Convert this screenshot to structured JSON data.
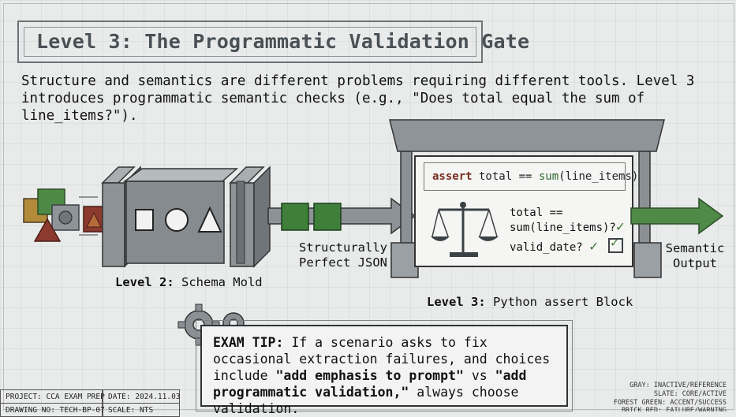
{
  "title": "Level 3: The Programmatic Validation Gate",
  "intro": "Structure and semantics are different problems requiring different tools. Level 3 introduces programmatic semantic checks (e.g., \"Does total equal the sum of line_items?\").",
  "schema_mold": {
    "label_bold": "Level 2:",
    "label_rest": " Schema Mold"
  },
  "json_label": {
    "line1": "Structurally",
    "line2": "Perfect JSON"
  },
  "assert_block": {
    "keyword": "assert",
    "code_mid": " total == ",
    "code_fn": "sum",
    "code_end": "(line_items)",
    "check1_line1": "total ==",
    "check1_line2": "sum(line_items)?",
    "check2": "valid_date?",
    "check_mark": "✓",
    "label_bold": "Level 3:",
    "label_rest": " Python assert Block"
  },
  "output_label": {
    "line1": "Semantic",
    "line2": "Output"
  },
  "exam_tip": {
    "lead": "EXAM TIP:",
    "text1": " If a scenario asks to fix occasional extraction failures, and choices include ",
    "emph": "\"add emphasis to prompt\"",
    "text2": " vs ",
    "emph2": "\"add programmatic validation,\"",
    "text3": " always choose validation."
  },
  "title_block": {
    "project": "PROJECT: CCA EXAM PREP",
    "date": "DATE: 2024.11.03",
    "drawing": "DRAWING NO: TECH-BP-07",
    "scale": "SCALE: NTS"
  },
  "legend": {
    "gray": "GRAY: INACTIVE/REFERENCE",
    "slate": "SLATE: CORE/ACTIVE",
    "forest": "FOREST GREEN: ACCENT/SUCCESS",
    "brick": "BRICK RED: FAILURE/WARNING"
  },
  "colors": {
    "slate": "#7b8286",
    "green": "#3f7f3a",
    "brick": "#8c3a2e",
    "ochre": "#b38a3a"
  }
}
